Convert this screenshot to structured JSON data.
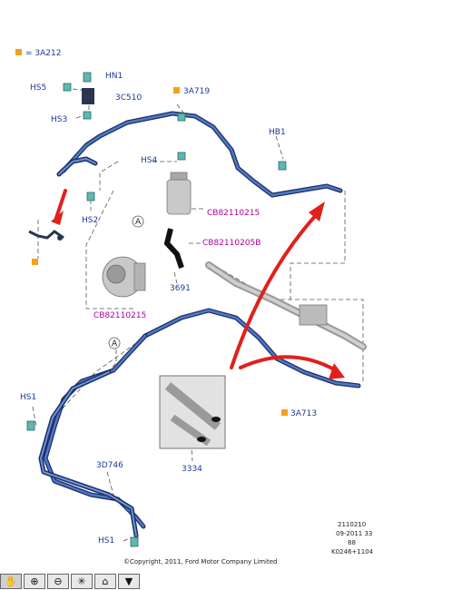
{
  "colors": {
    "part_label": "#1a3a9a",
    "ref_label": "#b0009a",
    "orange": "#f5a01a",
    "hose": "#3b5ea8",
    "arrow": "#e0201c"
  },
  "legend": {
    "text": "= 3A212"
  },
  "labels": {
    "hn1": "HN1",
    "hs5": "HS5",
    "c3510": "3C510",
    "hs3": "HS3",
    "a3719": "3A719",
    "hb1": "HB1",
    "hs4": "HS4",
    "cb1": "CB82110215",
    "cb2": "CB82110205B",
    "p3691": "3691",
    "cb3": "CB82110215",
    "hs2": "HS2",
    "hs1a": "HS1",
    "d3746": "3D746",
    "p3334": "3334",
    "a3713": "3A713",
    "hs1b": "HS1",
    "callA1": "A",
    "callA2": "A"
  },
  "info": {
    "line1": "2110210",
    "line2": "09-2011 33",
    "line3": "88",
    "line4": "K0246+1104"
  },
  "copyright": "©Copyright, 2011, Ford Motor Company Limited",
  "toolbar": [
    {
      "icon": "hand-icon",
      "glyph": "✋"
    },
    {
      "icon": "zoom-in-icon",
      "glyph": "⊕"
    },
    {
      "icon": "zoom-out-icon",
      "glyph": "⊖"
    },
    {
      "icon": "fit-icon",
      "glyph": "✳"
    },
    {
      "icon": "home-icon",
      "glyph": "⌂"
    },
    {
      "icon": "dropdown-icon",
      "glyph": "▼"
    }
  ]
}
